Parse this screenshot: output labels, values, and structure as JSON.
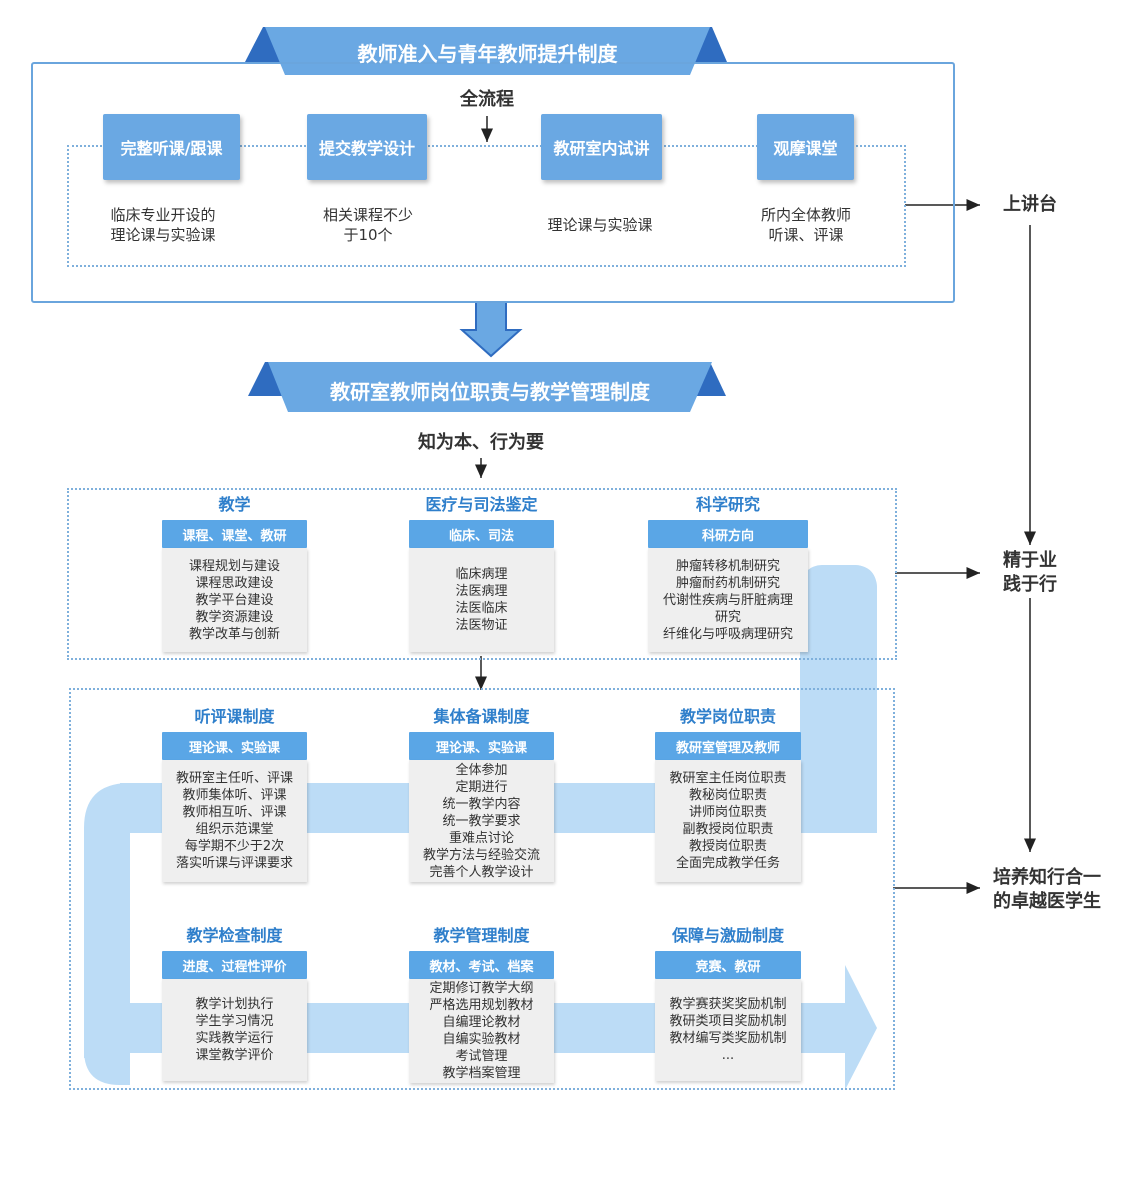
{
  "section1": {
    "title": "教师准入与青年教师提升制度",
    "subtitle": "全流程",
    "steps": [
      {
        "label": "完整听课/跟课",
        "desc": [
          "临床专业开设的",
          "理论课与实验课"
        ]
      },
      {
        "label": "提交教学设计",
        "desc": [
          "相关课程不少",
          "于10个"
        ]
      },
      {
        "label": "教研室内试讲",
        "desc": [
          "理论课与实验课"
        ]
      },
      {
        "label": "观摩课堂",
        "desc": [
          "所内全体教师",
          "听课、评课"
        ]
      }
    ]
  },
  "section2": {
    "title": "教研室教师岗位职责与教学管理制度",
    "subtitle": "知为本、行为要",
    "top_cards": [
      {
        "title": "教学",
        "head": "课程、课堂、教研",
        "items": [
          "课程规划与建设",
          "课程思政建设",
          "教学平台建设",
          "教学资源建设",
          "教学改革与创新"
        ]
      },
      {
        "title": "医疗与司法鉴定",
        "head": "临床、司法",
        "items": [
          "临床病理",
          "法医病理",
          "法医临床",
          "法医物证"
        ]
      },
      {
        "title": "科学研究",
        "head": "科研方向",
        "items": [
          "肿瘤转移机制研究",
          "肿瘤耐药机制研究",
          "代谢性疾病与肝脏病理",
          "研究",
          "纤维化与呼吸病理研究"
        ]
      }
    ],
    "mid_cards": [
      {
        "title": "听评课制度",
        "head": "理论课、实验课",
        "items": [
          "教研室主任听、评课",
          "教师集体听、评课",
          "教师相互听、评课",
          "组织示范课堂",
          "每学期不少于2次",
          "落实听课与评课要求"
        ]
      },
      {
        "title": "集体备课制度",
        "head": "理论课、实验课",
        "items": [
          "全体参加",
          "定期进行",
          "统一教学内容",
          "统一教学要求",
          "重难点讨论",
          "教学方法与经验交流",
          "完善个人教学设计"
        ]
      },
      {
        "title": "教学岗位职责",
        "head": "教研室管理及教师",
        "items": [
          "教研室主任岗位职责",
          "教秘岗位职责",
          "讲师岗位职责",
          "副教授岗位职责",
          "教授岗位职责",
          "全面完成教学任务"
        ]
      }
    ],
    "bottom_cards": [
      {
        "title": "教学检查制度",
        "head": "进度、过程性评价",
        "items": [
          "教学计划执行",
          "学生学习情况",
          "实践教学运行",
          "课堂教学评价"
        ]
      },
      {
        "title": "教学管理制度",
        "head": "教材、考试、档案",
        "items": [
          "定期修订教学大纲",
          "严格选用规划教材",
          "自编理论教材",
          "自编实验教材",
          "考试管理",
          "教学档案管理"
        ]
      },
      {
        "title": "保障与激励制度",
        "head": "竞赛、教研",
        "items": [
          "教学赛获奖奖励机制",
          "教研类项目奖励机制",
          "教材编写类奖励机制",
          "..."
        ]
      }
    ]
  },
  "outcomes": {
    "first": "上讲台",
    "second": [
      "精于业",
      "践于行"
    ],
    "third": [
      "培养知行合一",
      "的卓越医学生"
    ]
  },
  "colors": {
    "frame": "#6aa5dd",
    "ribbon": "#6aa8e3",
    "ribbon_dark": "#2f6cc0",
    "accent": "#2f7fcb",
    "flow": "#bcdcf6"
  }
}
